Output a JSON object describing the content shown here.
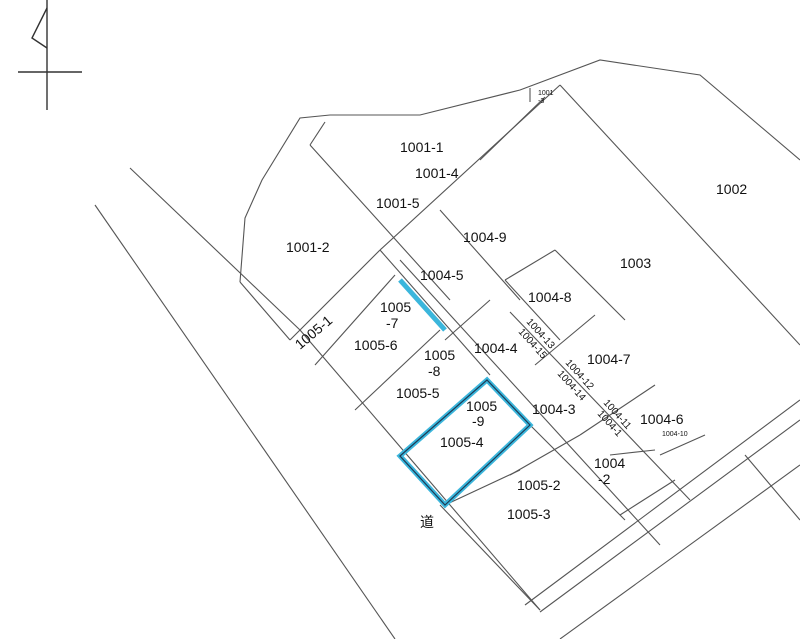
{
  "map": {
    "road_label": "道",
    "highlight_color": "#3bb6dc",
    "parcels": {
      "p1001_1": "1001-1",
      "p1001_2": "1001-2",
      "p1001_3a": "1001",
      "p1001_3b": "-3",
      "p1001_4": "1001-4",
      "p1001_5": "1001-5",
      "p1002": "1002",
      "p1003": "1003",
      "p1004_1": "1004-1",
      "p1004_2a": "1004",
      "p1004_2b": "-2",
      "p1004_3": "1004-3",
      "p1004_4": "1004-4",
      "p1004_5": "1004-5",
      "p1004_6": "1004-6",
      "p1004_7": "1004-7",
      "p1004_8": "1004-8",
      "p1004_9": "1004-9",
      "p1004_10": "1004-10",
      "p1004_11": "1004-11",
      "p1004_12": "1004-12",
      "p1004_13": "1004-13",
      "p1004_14": "1004-14",
      "p1004_15": "1004-15",
      "p1005_1": "1005-1",
      "p1005_2": "1005-2",
      "p1005_3": "1005-3",
      "p1005_4": "1005-4",
      "p1005_5": "1005-5",
      "p1005_6": "1005-6",
      "p1005_7a": "1005",
      "p1005_7b": "-7",
      "p1005_8a": "1005",
      "p1005_8b": "-8",
      "p1005_9a": "1005",
      "p1005_9b": "-9"
    }
  }
}
